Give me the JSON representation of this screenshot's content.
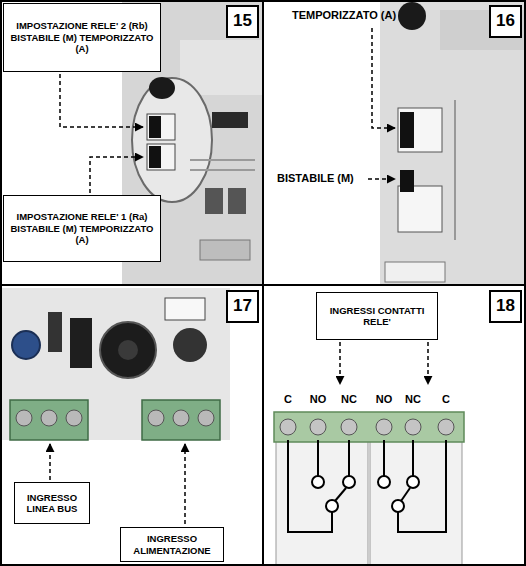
{
  "diagram": {
    "nodes": [
      {
        "text": [
          "IMPOSTAZIONE RELE' 2 (Rb) BISTABILE (M) TEMPORIZZATO (A)"
        ]
      },
      {
        "text": [
          "15"
        ]
      },
      {
        "text": [
          "IMPOSTAZIONE RELE' 1 (Ra) BISTABILE (M) TEMPORIZZATO (A)"
        ]
      },
      {
        "text": [
          "16"
        ]
      },
      {
        "text": [
          "17"
        ]
      },
      {
        "text": [
          "INGRESSO LINEA BUS"
        ]
      },
      {
        "text": [
          "INGRESSO ALIMENTAZIONE"
        ]
      },
      {
        "text": [
          "18"
        ]
      },
      {
        "text": [
          "INGRESSI CONTATTI RELE'"
        ]
      }
    ],
    "labels": [
      "TEMPORIZZATO (A)",
      "BISTABILE (M)",
      "C",
      "NO",
      "NC",
      "NO",
      "NC",
      "C"
    ]
  }
}
